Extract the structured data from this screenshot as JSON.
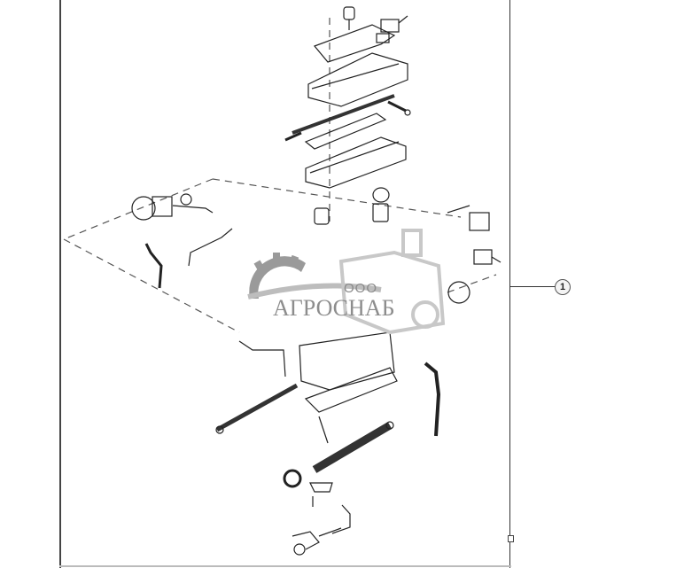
{
  "diagram": {
    "type": "exploded-parts-view",
    "subject": "engine assembly",
    "callouts": [
      {
        "id": "1",
        "label": "1"
      }
    ]
  },
  "watermark": {
    "prefix": "ООО",
    "name": "АГРОСНАБ"
  },
  "colors": {
    "line": "#222222",
    "frame": "#444444",
    "watermark": "#8d8d8d",
    "background": "#ffffff"
  }
}
